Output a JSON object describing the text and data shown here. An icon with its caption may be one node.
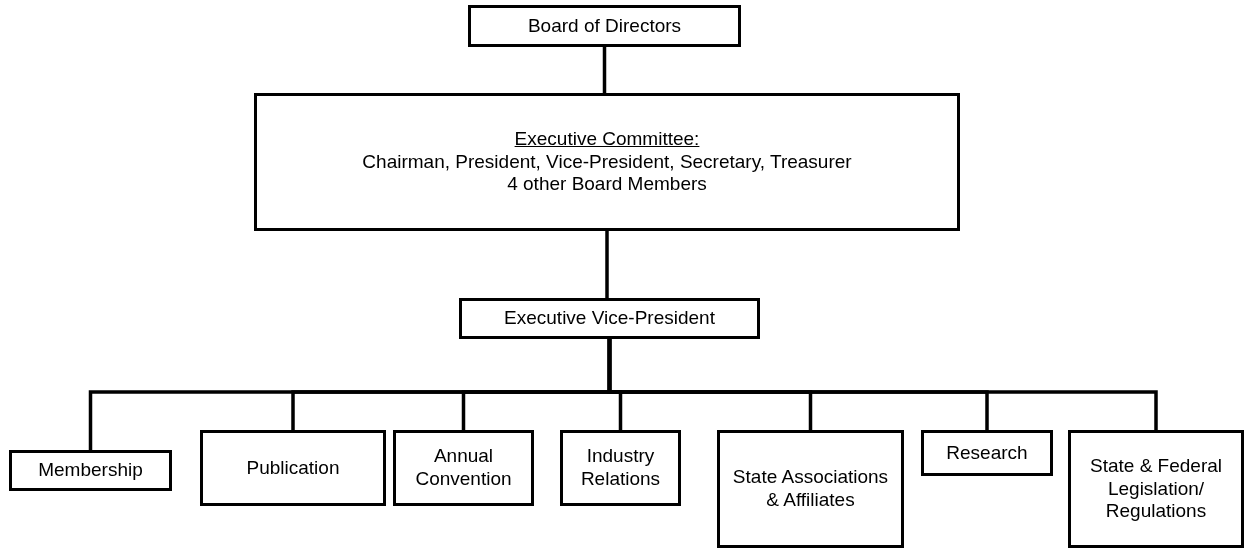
{
  "diagram": {
    "nodes": [
      {
        "text": [
          "Board of Directors"
        ]
      },
      {
        "text": [
          "Executive Committee:",
          "Chairman, President, Vice-President, Secretary, Treasurer",
          "4 other Board Members"
        ]
      },
      {
        "text": [
          "Executive Vice-President"
        ]
      },
      {
        "text": [
          "Membership"
        ]
      },
      {
        "text": [
          "Publication"
        ]
      },
      {
        "text": [
          "Annual Convention"
        ]
      },
      {
        "text": [
          "Industry Relations"
        ]
      },
      {
        "text": [
          "State Associations & Affiliates"
        ]
      },
      {
        "text": [
          "Research"
        ]
      },
      {
        "text": [
          "State & Federal Legislation/ Regulations"
        ]
      }
    ],
    "edges": [
      {
        "from": 0,
        "to": 1,
        "arrow": "none"
      },
      {
        "from": 1,
        "to": 2,
        "arrow": "none"
      },
      {
        "from": 2,
        "to": 3,
        "arrow": "none"
      },
      {
        "from": 2,
        "to": 4,
        "arrow": "none"
      },
      {
        "from": 2,
        "to": 5,
        "arrow": "none"
      },
      {
        "from": 2,
        "to": 6,
        "arrow": "none"
      },
      {
        "from": 2,
        "to": 7,
        "arrow": "none"
      },
      {
        "from": 2,
        "to": 8,
        "arrow": "none"
      },
      {
        "from": 2,
        "to": 9,
        "arrow": "none"
      }
    ]
  }
}
